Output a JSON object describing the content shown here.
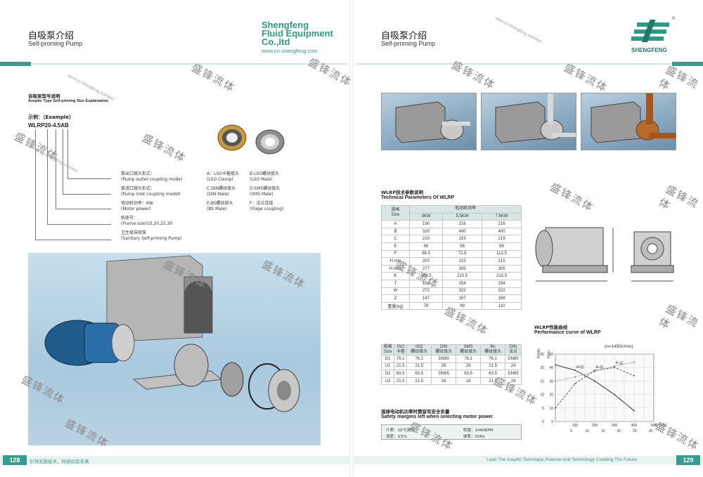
{
  "left_page": {
    "section_cn": "自吸泵介绍",
    "section_en": "Self-proming Pump",
    "brand": {
      "line1": "Shengfeng",
      "line2": "Fluid Equipment",
      "line3": "Co.,ltd",
      "url": "www.cn-shengfeng.com"
    },
    "model_title_cn": "自吸泵型号说明",
    "model_title_en": "Aseptic Type Self-priming Size Explaination",
    "example_label": "示例：（Example）",
    "example_model": "WLRP20-4.5AB",
    "legend": [
      "泵出口接头形式：",
      "(Pump outlet coupling mode)",
      "泵进口接头形式：",
      "(Pump inlet coupling model)",
      "电动机功率：KW",
      "(Motor power)",
      "机座号：",
      "(Frame size)10,20,25,30",
      "卫生级自吸泵",
      "(Sanitary Self-priming Pump)"
    ],
    "coupling_options": [
      "A：LSO卡箍接头",
      "(LSO Clamp)",
      "B:LSO螺纹接头",
      "(LSO Male)",
      "C:DIN螺纹接头",
      "(DIN Male)",
      "D:SMS螺纹接头",
      "(SMS Male)",
      "E:BS螺纹接头",
      "(BS Male)",
      "F：法兰连接",
      "(Flage coupling)"
    ],
    "page_number": "128",
    "footer": "引领无菌技术，科技创造未来"
  },
  "right_page": {
    "section_cn": "自吸泵介绍",
    "section_en": "Self-proming Pump",
    "logo_text": "SHENGFENG",
    "registered": "®",
    "tech_title_cn": "WLRP技术参数说明",
    "tech_title_en": "Technical Parameters Of WLRP",
    "tech_table": {
      "header_size": "规格",
      "header_size_en": "Size",
      "header_power": "电动机功率",
      "powers": [
        "3KW",
        "5.5KW",
        "7.5KW"
      ],
      "rows": [
        [
          "A",
          "190",
          "216",
          "216"
        ],
        [
          "B",
          "320",
          "400",
          "400"
        ],
        [
          "C",
          "210",
          "219",
          "219"
        ],
        [
          "E",
          "56",
          "56",
          "56"
        ],
        [
          "F",
          "88.5",
          "72.5",
          "112.5"
        ],
        [
          "H min",
          "207",
          "215",
          "215"
        ],
        [
          "H max",
          "277",
          "305",
          "305"
        ],
        [
          "K",
          "189.5",
          "215.5",
          "215.5"
        ],
        [
          "T",
          "154",
          "154",
          "154"
        ],
        [
          "W",
          "272",
          "322",
          "322"
        ],
        [
          "Z",
          "147",
          "167",
          "168"
        ],
        [
          "重量(kg)",
          "78",
          "99",
          "110"
        ]
      ]
    },
    "coupling_table": {
      "headers": [
        [
          "规格",
          "Size"
        ],
        [
          "ISO",
          "卡箍"
        ],
        [
          "ISO",
          "螺纹接头"
        ],
        [
          "DIN",
          "螺纹接头"
        ],
        [
          "SMS",
          "螺纹接头"
        ],
        [
          "Bs",
          "螺纹接头"
        ],
        [
          "DIN",
          "法兰"
        ]
      ],
      "rows": [
        [
          "D1",
          "76.1",
          "76.1",
          "DN80",
          "76.1",
          "76.1",
          "DN80"
        ],
        [
          "U1",
          "21.5",
          "21.5",
          "26",
          "24",
          "21.5",
          "24"
        ],
        [
          "D2",
          "63.5",
          "63.5",
          "DN65",
          "63.5",
          "63.5",
          "DN65"
        ],
        [
          "U2",
          "21.5",
          "21.5",
          "26",
          "24",
          "21.5",
          "24"
        ]
      ]
    },
    "safety_cn": "选择电动机功率时需留有安全余量",
    "safety_en": "Safety margins left when selecting motor power",
    "conditions": {
      "medium": "介质：20℃清水",
      "speed": "转速：1440RPM",
      "error": "误差：±5%",
      "freq": "频率：50Hz"
    },
    "curve_title_cn": "WLRP性能曲线",
    "curve_title_en": "Performance curve of WLRP",
    "curve_note": "(n=1450r/min)",
    "page_number": "129",
    "footer": "Lead The Aseptic Technique,Science And Technology Creating The Future"
  },
  "watermark": {
    "cn": "盛锋流体",
    "url": "www.cn-shengfeng.com/en/"
  },
  "chart_data": {
    "type": "line",
    "title": "(n=1450r/min)",
    "xlabel": "Q l/min",
    "ylabel": "H(m)",
    "xlim": [
      0,
      500
    ],
    "ylim": [
      0,
      50
    ],
    "x_ticks": [
      100,
      200,
      300,
      400,
      500
    ],
    "x_ticks_m3h": [
      5,
      10,
      15,
      20,
      25,
      30
    ],
    "y_ticks": [
      0,
      10,
      20,
      30,
      40,
      50
    ],
    "y2_label": "P(kW)",
    "y2_ticks": [
      0,
      5,
      10,
      15,
      20,
      25
    ],
    "grid": true,
    "series": [
      {
        "name": "H-Q",
        "x": [
          0,
          100,
          200,
          300,
          400
        ],
        "y": [
          42,
          38,
          30,
          20,
          8
        ]
      },
      {
        "name": "E-Q",
        "x": [
          0,
          100,
          200,
          300,
          400
        ],
        "y": [
          10,
          28,
          38,
          40,
          34
        ]
      },
      {
        "name": "P-Q",
        "x": [
          0,
          100,
          200,
          300,
          400
        ],
        "y": [
          30,
          33,
          37,
          41,
          44
        ]
      }
    ]
  }
}
